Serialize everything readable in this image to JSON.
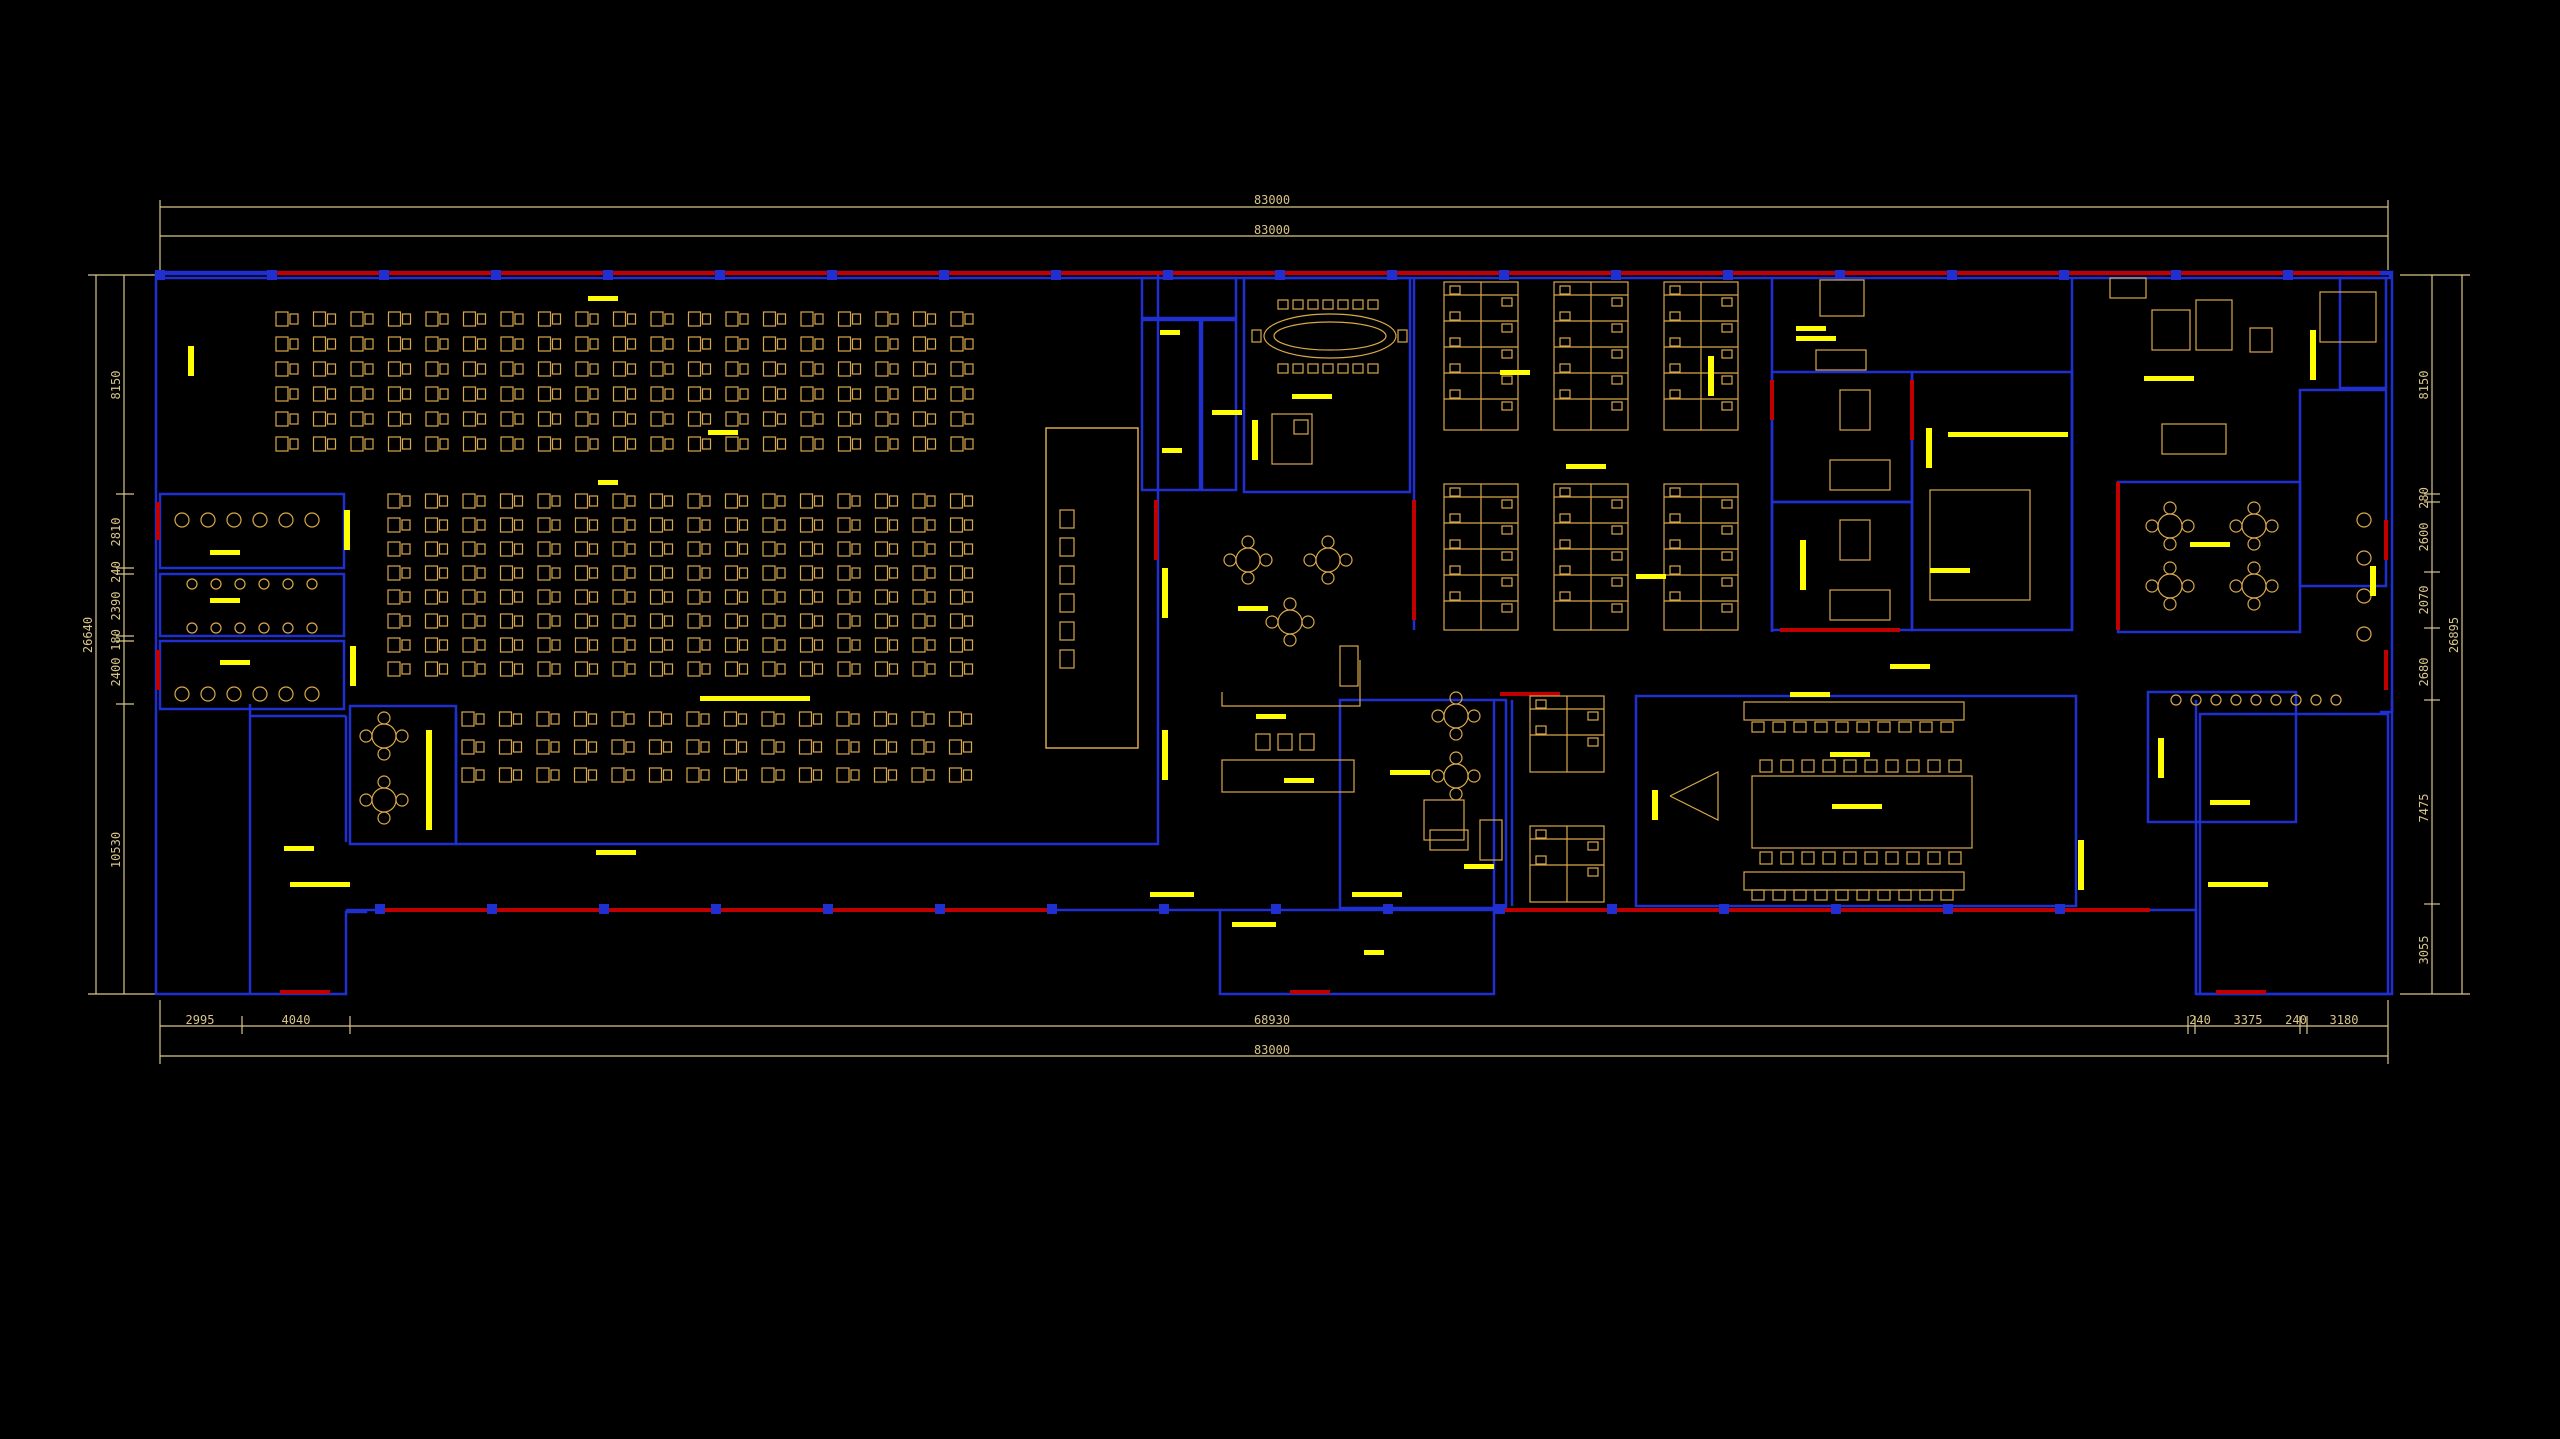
{
  "drawing": {
    "colors": {
      "background": "#000000",
      "wall": "#1f2fd0",
      "window": "#c00000",
      "furniture": "#d8a84a",
      "label": "#ffff00",
      "dimension": "#d9c58a"
    }
  },
  "dimensions": {
    "top_outer": "83000",
    "top_inner": "83000",
    "bottom_total": "83000",
    "bottom_segments": [
      "2995",
      "4040",
      "68930",
      "240",
      "3375",
      "240",
      "3180"
    ],
    "left_total": "26640",
    "left_segments": [
      "8150",
      "2810",
      "240",
      "2390",
      "180",
      "2400",
      "10530"
    ],
    "right_total": "26895",
    "right_segments": [
      "8150",
      "280",
      "2600",
      "2070",
      "2680",
      "7475",
      "3055"
    ]
  }
}
